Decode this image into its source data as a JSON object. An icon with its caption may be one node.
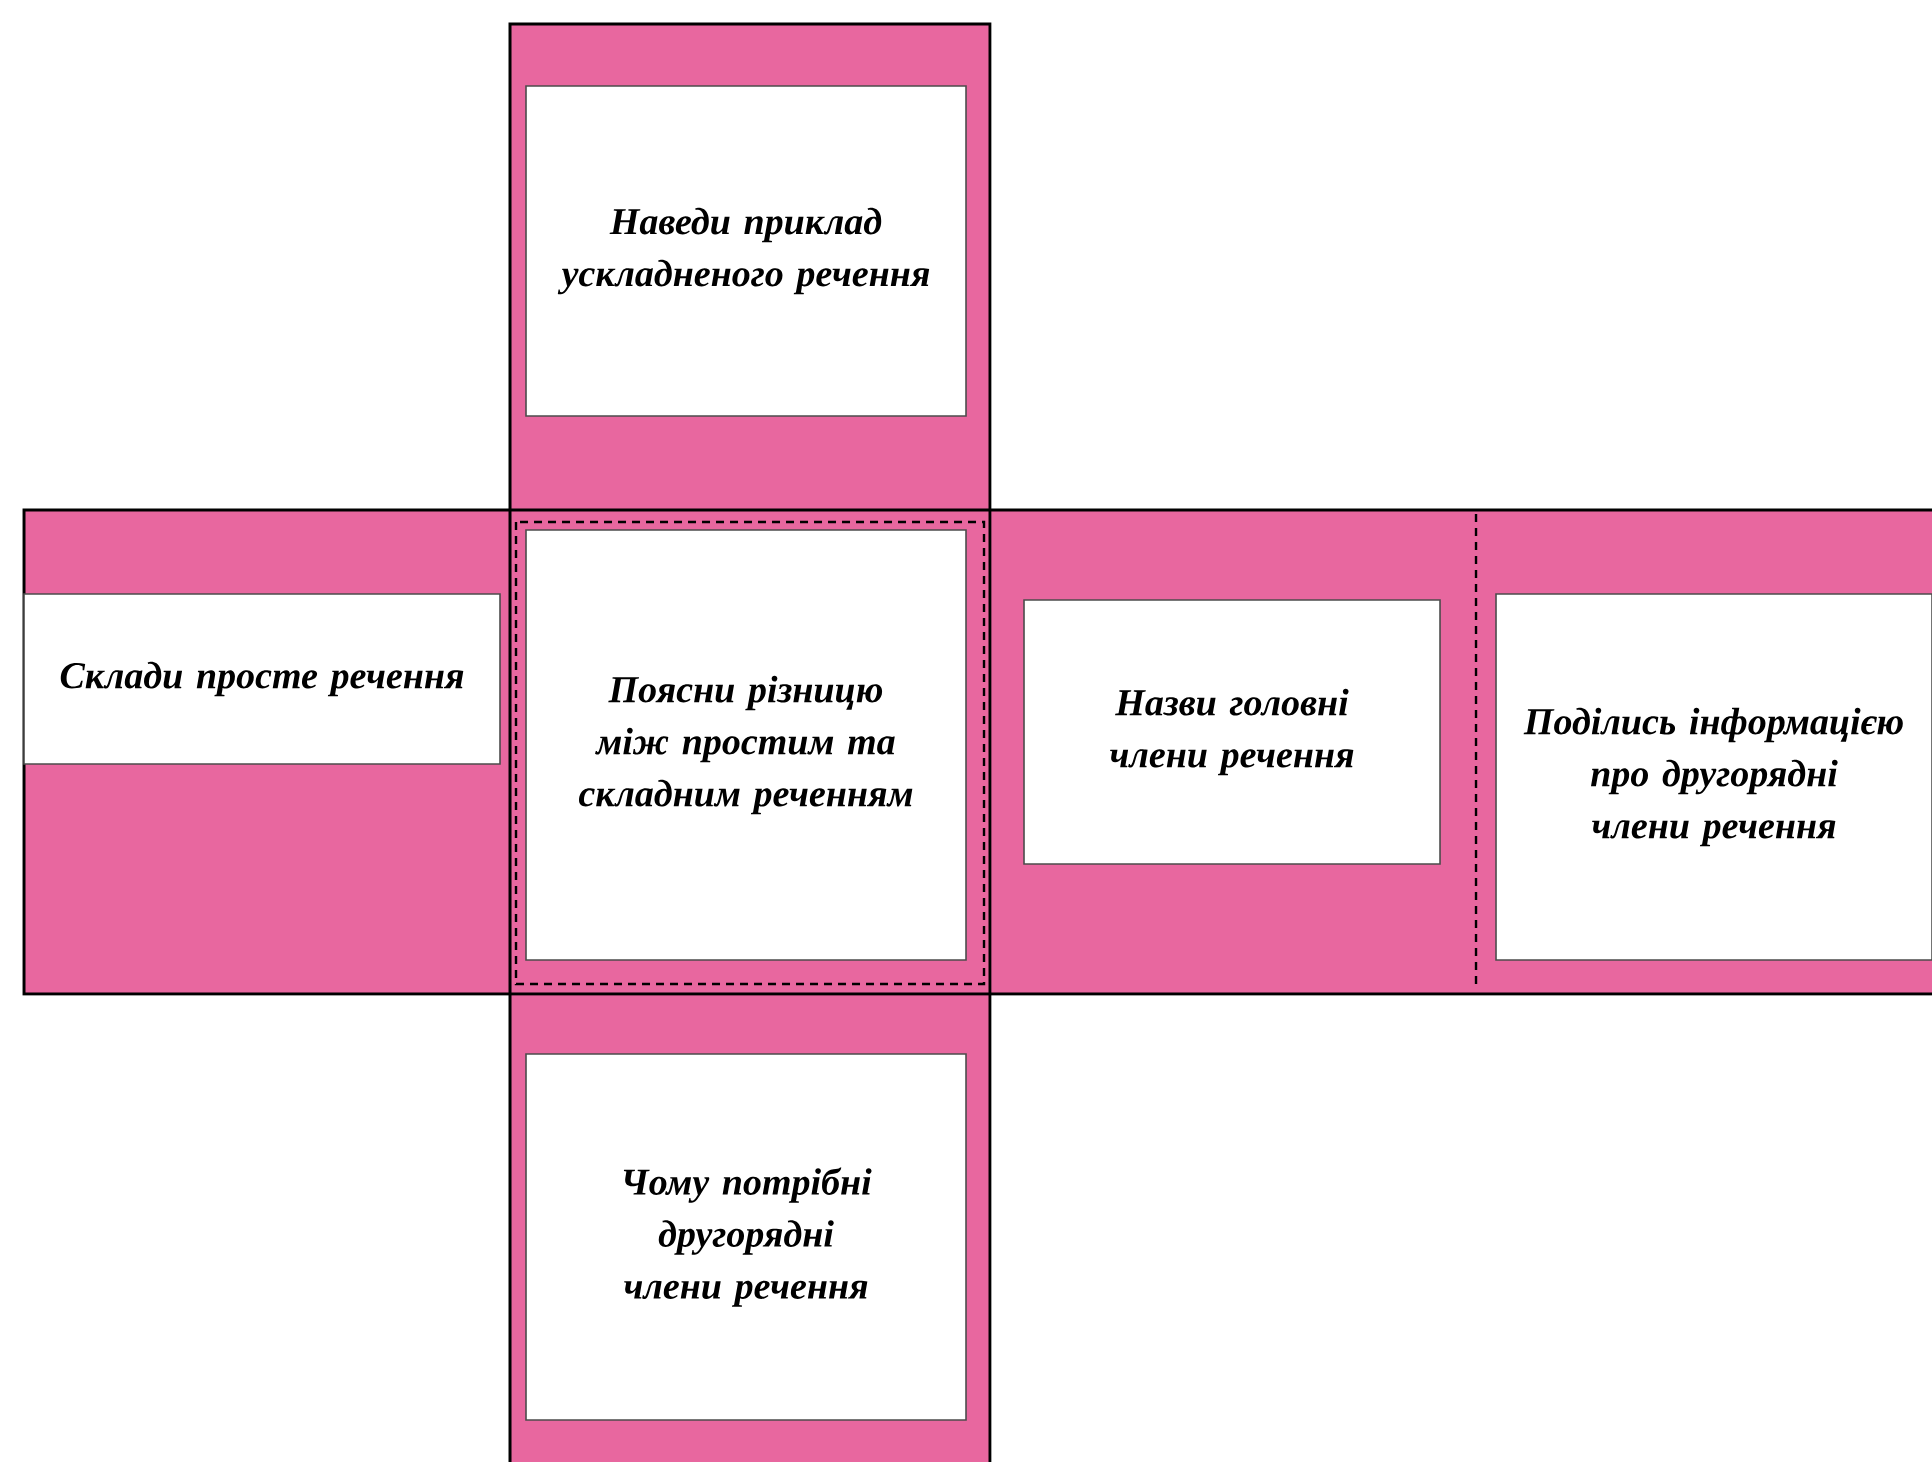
{
  "diagram": {
    "nodes": [
      {
        "text": [
          "Наведи приклад ускладненого речення"
        ]
      },
      {
        "text": [
          "Склади просте речення"
        ]
      },
      {
        "text": [
          "Поясни різницю між простим та складним реченням"
        ]
      },
      {
        "text": [
          "Назви головні члени речення"
        ]
      },
      {
        "text": [
          "Поділись інформацією про другорядні члени речення"
        ]
      },
      {
        "text": [
          "Чому потрібні другорядні члени речення"
        ]
      }
    ]
  }
}
